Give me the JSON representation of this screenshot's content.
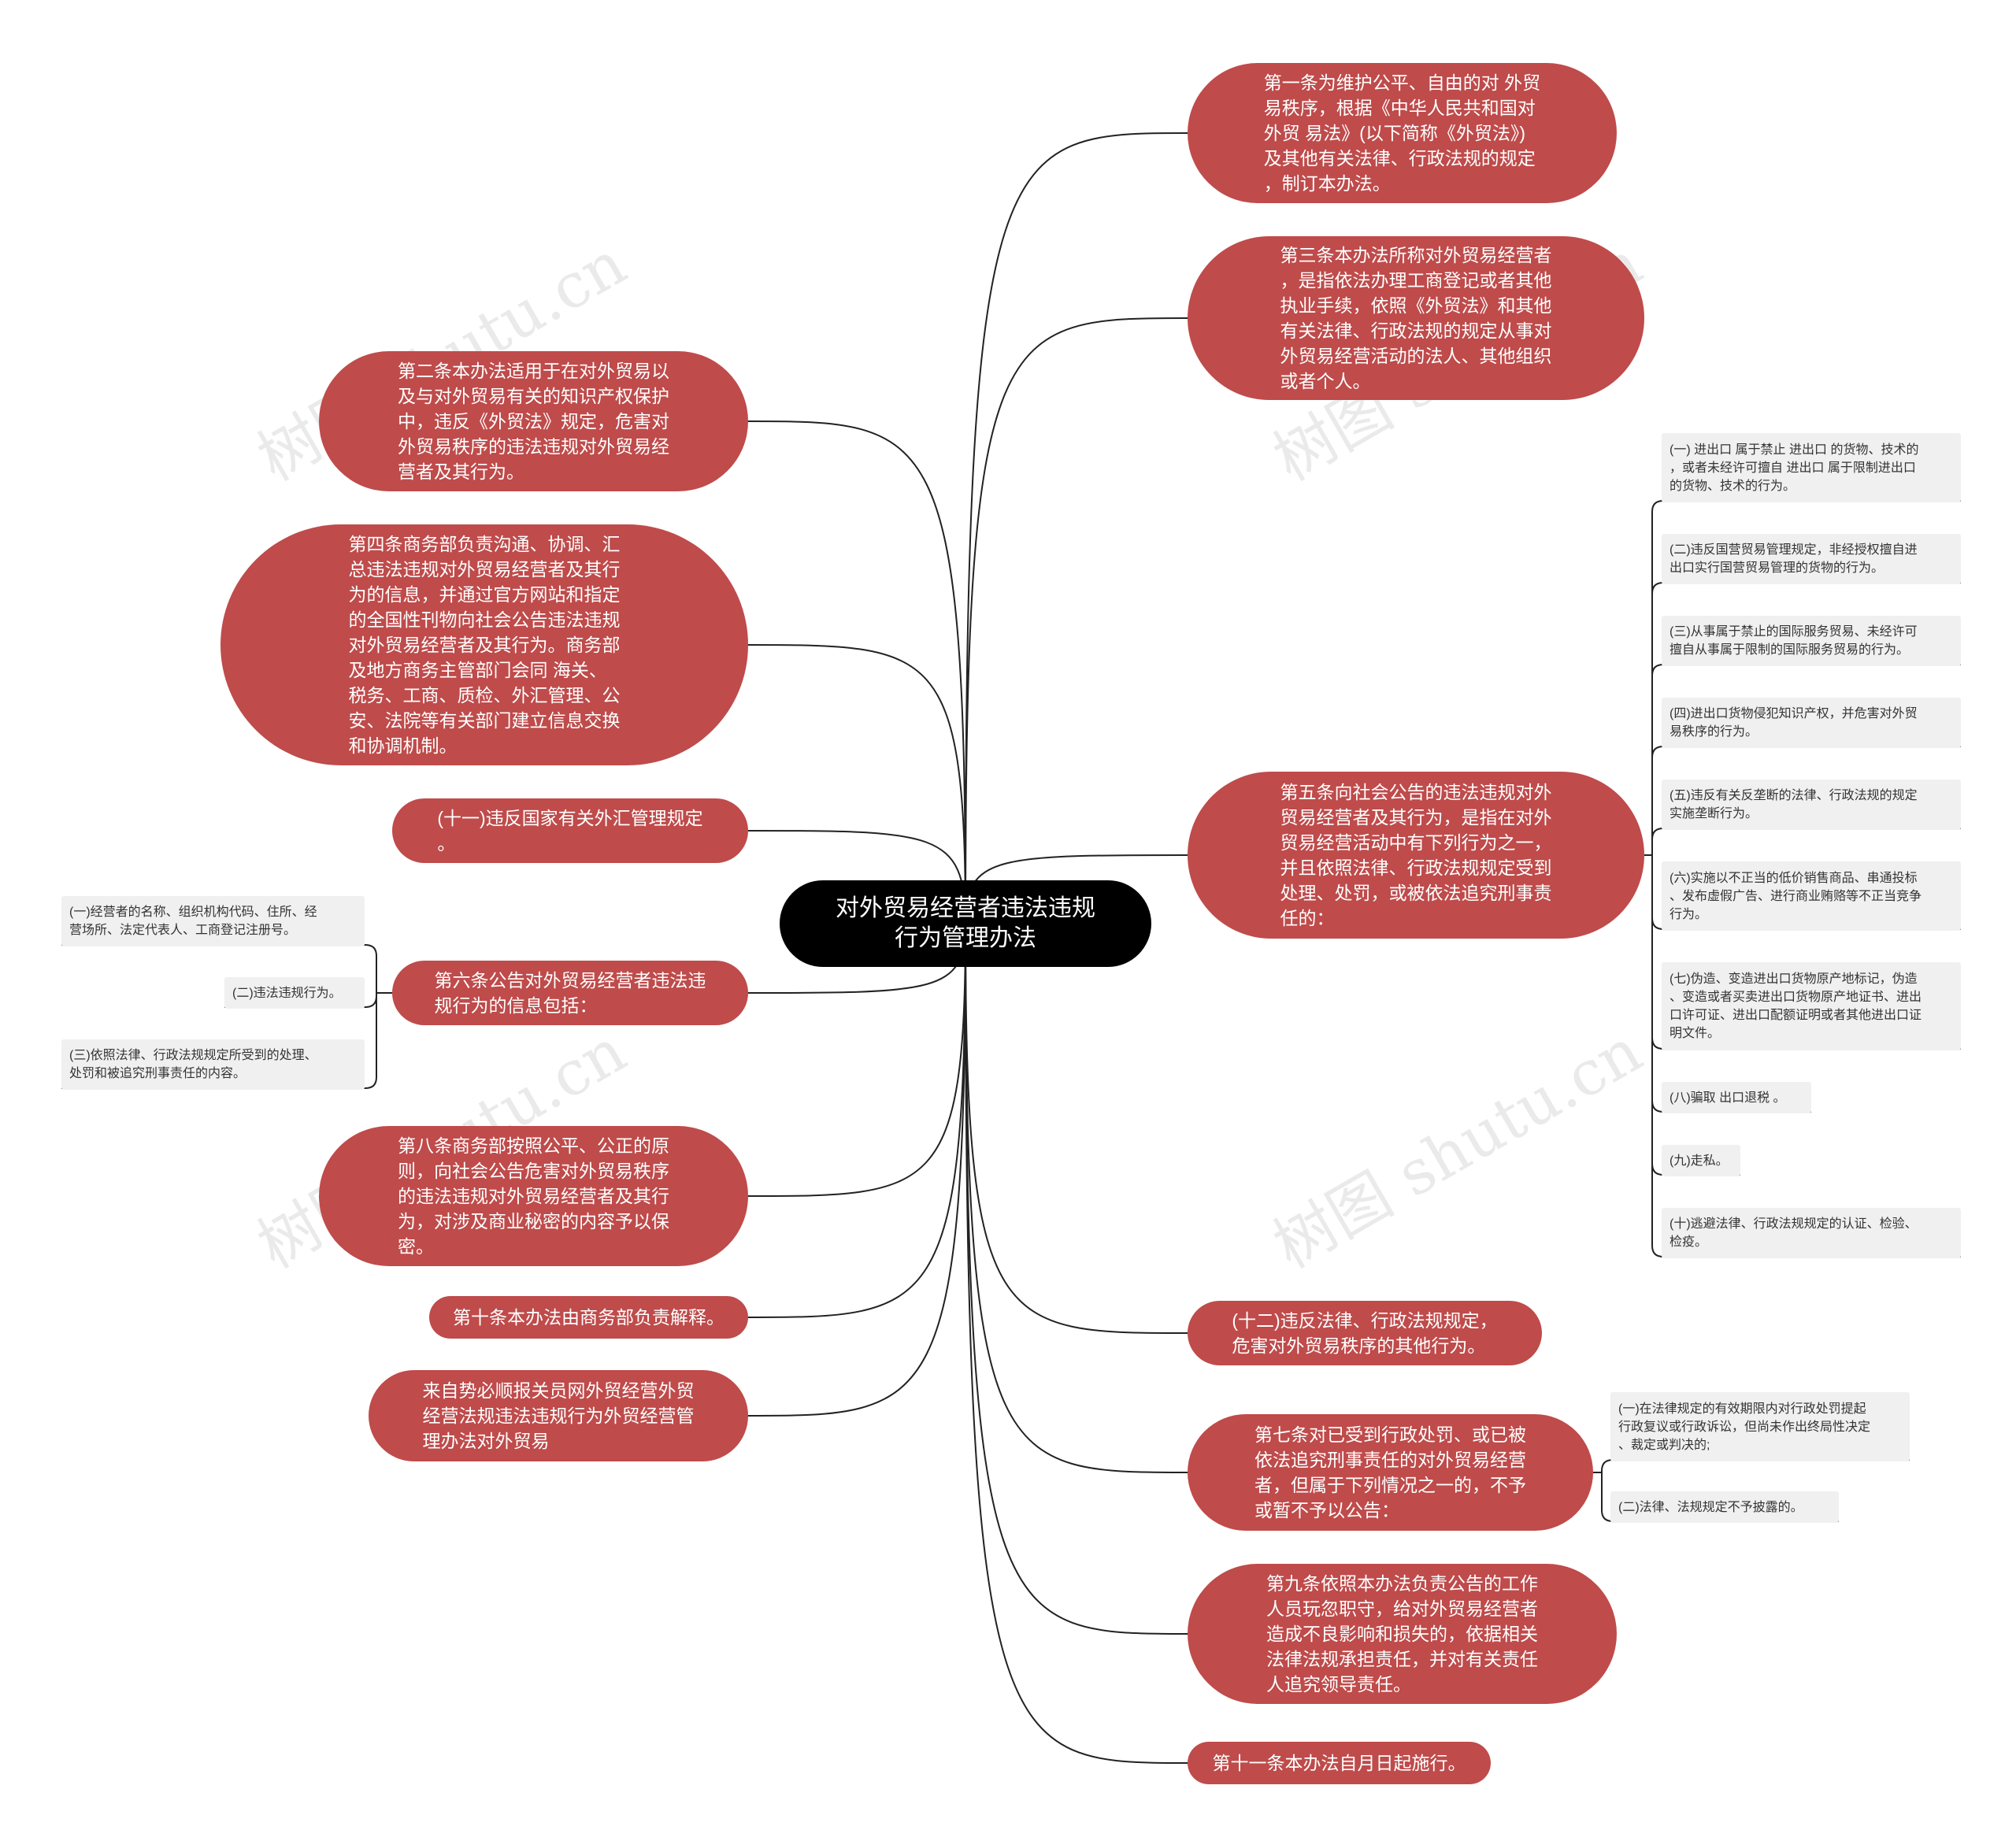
{
  "root": {
    "label": "对外贸易经营者违法违规\n行为管理办法"
  },
  "nodes": {
    "r1": "第一条为维护公平、自由的对 外贸\n易秩序，根据《中华人民共和国对\n外贸 易法》(以下简称《外贸法》)\n及其他有关法律、行政法规的规定\n，制订本办法。",
    "r2": "第三条本办法所称对外贸易经营者\n，是指依法办理工商登记或者其他\n执业手续，依照《外贸法》和其他\n有关法律、行政法规的规定从事对\n外贸易经营活动的法人、其他组织\n或者个人。",
    "r3": "第五条向社会公告的违法违规对外\n贸易经营者及其行为，是指在对外\n贸易经营活动中有下列行为之一，\n并且依照法律、行政法规规定受到\n处理、处罚，或被依法追究刑事责\n任的：",
    "r4": "(十二)违反法律、行政法规规定，\n危害对外贸易秩序的其他行为。",
    "r5": "第七条对已受到行政处罚、或已被\n依法追究刑事责任的对外贸易经营\n者，但属于下列情况之一的，不予\n或暂不予以公告：",
    "r6": "第九条依照本办法负责公告的工作\n人员玩忽职守，给对外贸易经营者\n造成不良影响和损失的，依据相关\n法律法规承担责任，并对有关责任\n人追究领导责任。",
    "r7": "第十一条本办法自月日起施行。",
    "l1": "第二条本办法适用于在对外贸易以\n及与对外贸易有关的知识产权保护\n中，违反《外贸法》规定，危害对\n外贸易秩序的违法违规对外贸易经\n营者及其行为。",
    "l2": "第四条商务部负责沟通、协调、汇\n总违法违规对外贸易经营者及其行\n为的信息，并通过官方网站和指定\n的全国性刊物向社会公告违法违规\n对外贸易经营者及其行为。商务部\n及地方商务主管部门会同 海关、\n税务、工商、质检、外汇管理、公\n安、法院等有关部门建立信息交换\n和协调机制。",
    "l3": "(十一)违反国家有关外汇管理规定\n。",
    "l4": "第六条公告对外贸易经营者违法违\n规行为的信息包括：",
    "l5": "第八条商务部按照公平、公正的原\n则，向社会公告危害对外贸易秩序\n的违法违规对外贸易经营者及其行\n为，对涉及商业秘密的内容予以保\n密。",
    "l6": "第十条本办法由商务部负责解释。",
    "l7": "来自势必顺报关员网外贸经营外贸\n经营法规违法违规行为外贸经营管\n理办法对外贸易"
  },
  "art5_items": [
    "(一) 进出口 属于禁止 进出口 的货物、技术的\n，或者未经许可擅自 进出口 属于限制进出口\n的货物、技术的行为。",
    "(二)违反国营贸易管理规定，非经授权擅自进\n出口实行国营贸易管理的货物的行为。",
    "(三)从事属于禁止的国际服务贸易、未经许可\n擅自从事属于限制的国际服务贸易的行为。",
    "(四)进出口货物侵犯知识产权，并危害对外贸\n易秩序的行为。",
    "(五)违反有关反垄断的法律、行政法规的规定\n实施垄断行为。",
    "(六)实施以不正当的低价销售商品、串通投标\n、发布虚假广告、进行商业贿赂等不正当竞争\n行为。",
    "(七)伪造、变造进出口货物原产地标记，伪造\n、变造或者买卖进出口货物原产地证书、进出\n口许可证、进出口配额证明或者其他进出口证\n明文件。",
    "(八)骗取 出口退税 。",
    "(九)走私。",
    "(十)逃避法律、行政法规规定的认证、检验、\n检疫。"
  ],
  "art7_items": [
    "(一)在法律规定的有效期限内对行政处罚提起\n行政复议或行政诉讼，但尚未作出终局性决定\n、裁定或判决的;",
    "(二)法律、法规规定不予披露的。"
  ],
  "art6_items": [
    "(一)经营者的名称、组织机构代码、住所、经\n营场所、法定代表人、工商登记注册号。",
    "(二)违法违规行为。",
    "(三)依照法律、行政法规规定所受到的处理、\n处罚和被追究刑事责任的内容。"
  ],
  "watermarks": [
    "树图 shutu.cn",
    "树图 shutu.cn",
    "树图 shutu.cn",
    "树图 shutu.cn"
  ],
  "colors": {
    "node": "#bf4b4b",
    "root": "#000000",
    "leaf": "#f0f0f0",
    "line": "#222222"
  }
}
